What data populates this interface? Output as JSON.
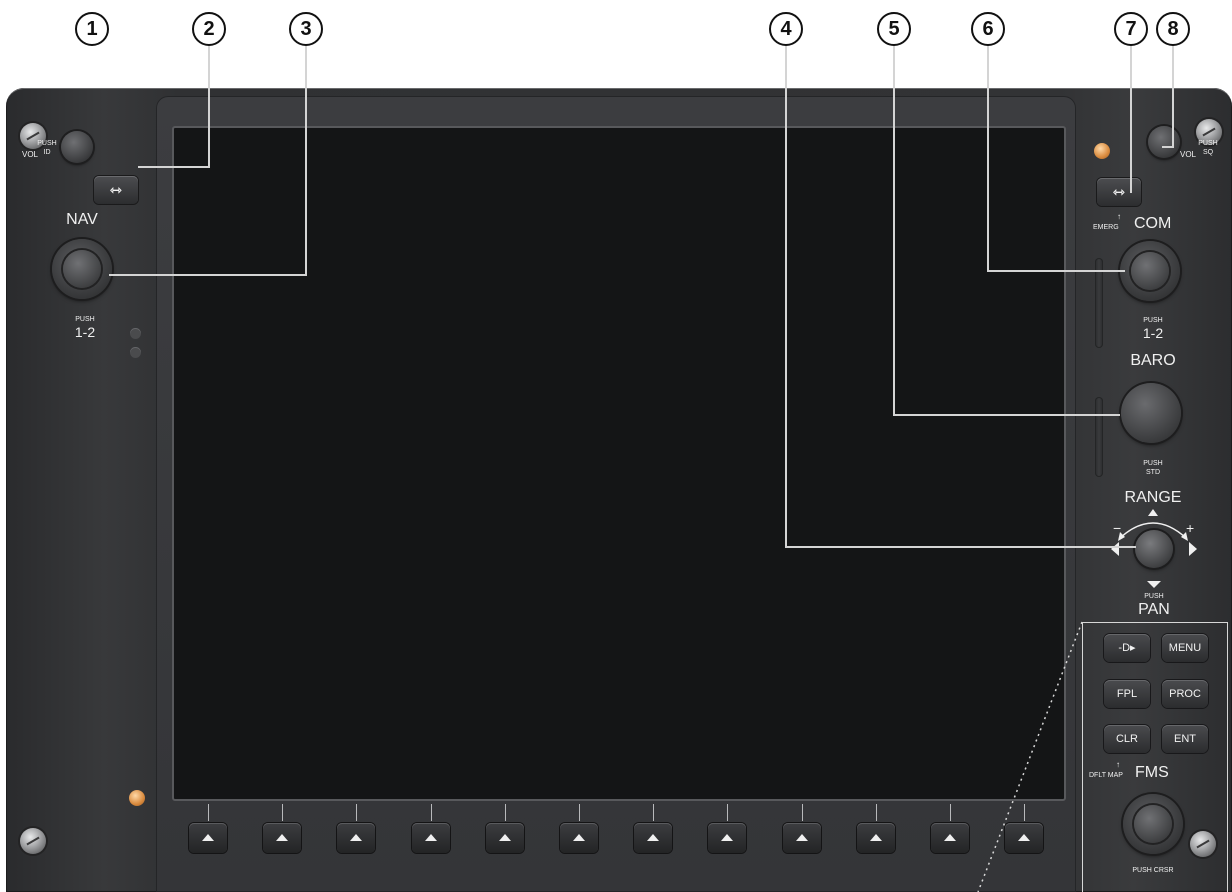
{
  "callouts": [
    "1",
    "2",
    "3",
    "4",
    "5",
    "6",
    "7",
    "8"
  ],
  "left_panel": {
    "vol_label": "VOL",
    "vol_push_label": "PUSH",
    "vol_push_action": "ID",
    "swap_icon": "⇿",
    "nav_label": "NAV",
    "nav_push_label": "PUSH",
    "nav_push_action": "1-2"
  },
  "right_panel": {
    "vol_label": "VOL",
    "vol_push_label": "PUSH",
    "vol_push_action": "SQ",
    "swap_icon": "⇿",
    "emerg_label": "EMERG",
    "com_label": "COM",
    "com_push_label": "PUSH",
    "com_push_action": "1-2",
    "baro_label": "BARO",
    "baro_push_label": "PUSH",
    "baro_push_action": "STD",
    "range_label": "RANGE",
    "range_minus": "−",
    "range_plus": "+",
    "pan_push_label": "PUSH",
    "pan_label": "PAN"
  },
  "fms_keys": {
    "direct_to": "-D▸",
    "menu": "MENU",
    "fpl": "FPL",
    "proc": "PROC",
    "clr": "CLR",
    "ent": "ENT"
  },
  "fms": {
    "dflt_map_label": "DFLT MAP",
    "label": "FMS",
    "push_crsr_label": "PUSH CRSR"
  },
  "softkeys": {
    "count": 12,
    "icon": "triangle-up-icon"
  },
  "colors": {
    "bezel": "#333436",
    "screen": "#141516",
    "label": "#f0f0f0",
    "led": "#d98a3d"
  }
}
